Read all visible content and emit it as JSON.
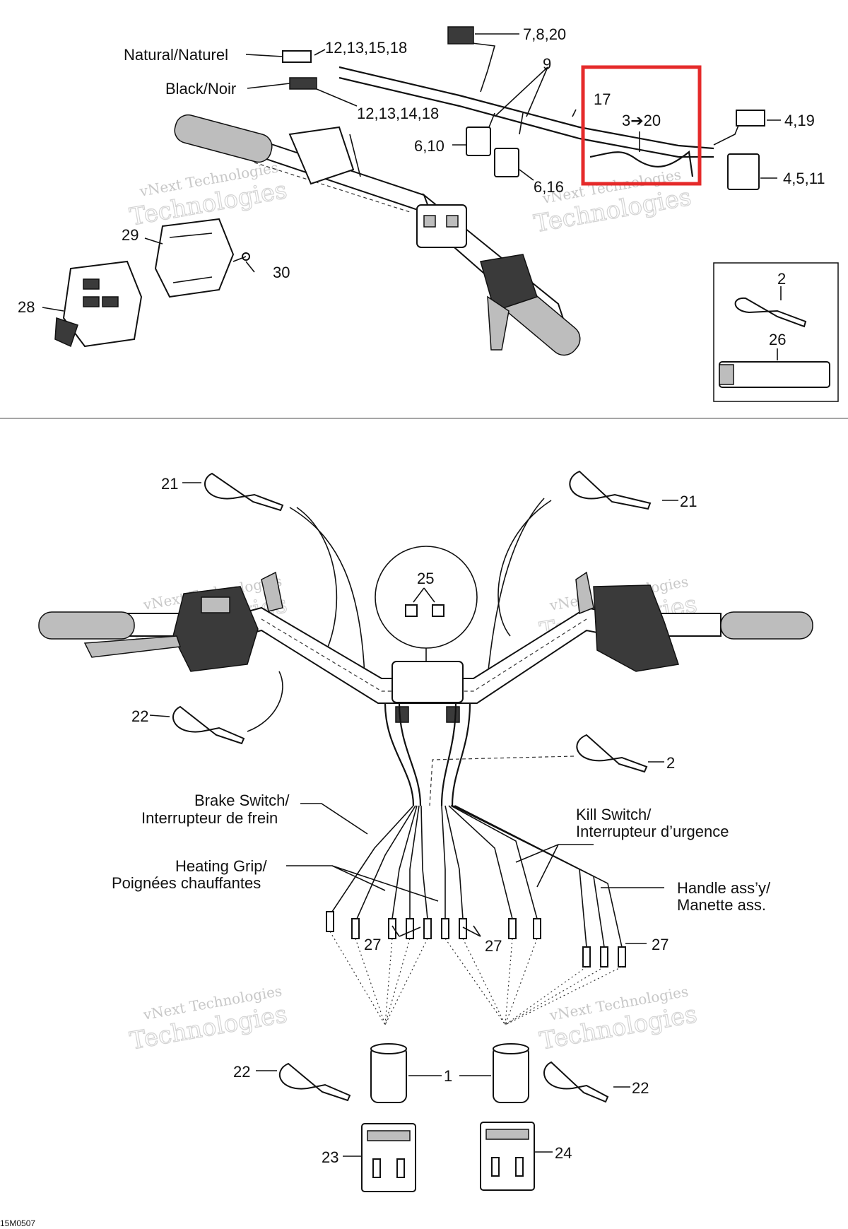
{
  "colors": {
    "highlight": "#e52a2a",
    "ink": "#111111",
    "watermark": "#cccccc"
  },
  "labels": {
    "natural": "Natural/Naturel",
    "black": "Black/Noir",
    "brake_1": "Brake Switch/",
    "brake_2": "Interrupteur de frein",
    "heating_1": "Heating Grip/",
    "heating_2": "Poignées chauffantes",
    "kill_1": "Kill Switch/",
    "kill_2": "Interrupteur d’urgence",
    "handle_1": "Handle ass’y/",
    "handle_2": "Manette ass.",
    "figure_code": "15M0507"
  },
  "callouts": {
    "c_7_8_20": "7,8,20",
    "c_12_13_15_18": "12,13,15,18",
    "c_9": "9",
    "c_12_13_14_18": "12,13,14,18",
    "c_17": "17",
    "c_3_20": "3➔20",
    "c_4_19": "4,19",
    "c_6_10": "6,10",
    "c_6_16": "6,16",
    "c_4_5_11": "4,5,11",
    "c_29": "29",
    "c_30": "30",
    "c_28": "28",
    "c_2_inset": "2",
    "c_26": "26",
    "c_21_left": "21",
    "c_21_right": "21",
    "c_25": "25",
    "c_22_left": "22",
    "c_2_lower": "2",
    "c_27_a": "27",
    "c_27_b": "27",
    "c_27_c": "27",
    "c_22_bl": "22",
    "c_1": "1",
    "c_22_br": "22",
    "c_23": "23",
    "c_24": "24"
  },
  "watermarks": {
    "w1_line1": "vNext Technologies",
    "w1_line2": "Technologies",
    "w2_line1": "vNext Technologies",
    "w2_line2": "Technologies",
    "w3_line1": "vNext Technologies",
    "w3_line2": "Technologies",
    "w4_line1": "vNext Technologies",
    "w4_line2": "Technologies",
    "w5_line1": "vNext Technologies",
    "w5_line2": "Technologies",
    "w6_line1": "vNext Technologies",
    "w6_line2": "Technologies"
  }
}
